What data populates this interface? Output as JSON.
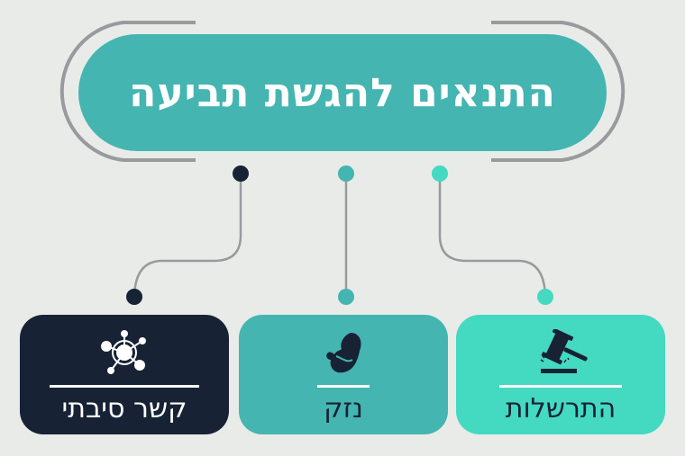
{
  "title": "התנאים להגשת תביעה",
  "colors": {
    "background": "#e8ebe8",
    "dark_navy": "#172235",
    "teal": "#44b5b1",
    "mint": "#44d9c1",
    "connector_gray": "#9a9a9e",
    "white": "#ffffff"
  },
  "cards": [
    {
      "label": "קשר סיבתי",
      "icon": "network-hub-icon",
      "color": "#172235",
      "text_color": "#ffffff"
    },
    {
      "label": "נזק",
      "icon": "fetus-icon",
      "color": "#44b5b1",
      "text_color": "#172235"
    },
    {
      "label": "התרשלות",
      "icon": "gavel-icon",
      "color": "#44d9c1",
      "text_color": "#172235"
    }
  ]
}
